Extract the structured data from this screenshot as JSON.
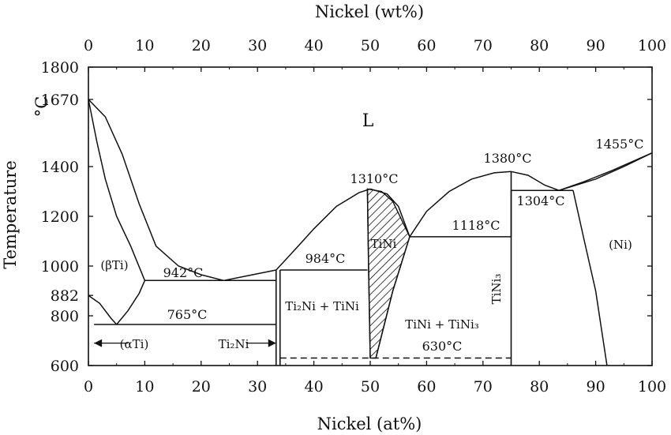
{
  "chart_data": {
    "type": "phase-diagram",
    "title": "",
    "top_axis": {
      "label": "Nickel (wt%)",
      "ticks": [
        "0",
        "10",
        "20",
        "30",
        "40",
        "50",
        "60",
        "70",
        "80",
        "90",
        "100"
      ]
    },
    "bottom_axis": {
      "label": "Nickel (at%)",
      "ticks": [
        "0",
        "10",
        "20",
        "30",
        "40",
        "50",
        "60",
        "70",
        "80",
        "90",
        "100"
      ]
    },
    "y_axis": {
      "label": "Temperature",
      "unit": "°C",
      "ticks": [
        "1800",
        "1670",
        "1400",
        "1200",
        "1000",
        "882",
        "800",
        "600"
      ],
      "range": [
        600,
        1800
      ]
    },
    "x_range": [
      0,
      100
    ],
    "phase_labels": {
      "liquid": "L",
      "beta_ti": "(βTi)",
      "alpha_ti": "(αTi)",
      "ti2ni": "Ti₂Ni",
      "ti2ni_tini": "Ti₂Ni + TiNi",
      "tini": "TiNi",
      "tini_tini3": "TiNi + TiNi₃",
      "tini3": "TiNi₃",
      "ni": "(Ni)"
    },
    "temperature_labels": {
      "t942": "942°C",
      "t765": "765°C",
      "t984": "984°C",
      "t1310": "1310°C",
      "t1118": "1118°C",
      "t1380": "1380°C",
      "t1304": "1304°C",
      "t1455": "1455°C",
      "t630": "630°C"
    },
    "curves": [
      {
        "name": "beta_liquidus",
        "points": [
          [
            0,
            1670
          ],
          [
            3,
            1600
          ],
          [
            6,
            1450
          ],
          [
            9,
            1250
          ],
          [
            12,
            1080
          ],
          [
            16,
            1000
          ],
          [
            20,
            965
          ],
          [
            24,
            942
          ]
        ]
      },
      {
        "name": "beta_solidus",
        "points": [
          [
            0,
            1670
          ],
          [
            1.5,
            1500
          ],
          [
            3,
            1350
          ],
          [
            5,
            1200
          ],
          [
            7.5,
            1080
          ],
          [
            10,
            942
          ]
        ]
      },
      {
        "name": "beta_transus",
        "points": [
          [
            0,
            882
          ],
          [
            2,
            850
          ],
          [
            4,
            790
          ],
          [
            5,
            765
          ]
        ]
      },
      {
        "name": "beta_transus_right",
        "points": [
          [
            5,
            765
          ],
          [
            7,
            820
          ],
          [
            9,
            890
          ],
          [
            10,
            942
          ]
        ]
      },
      {
        "name": "ti2ni_liquidus",
        "points": [
          [
            24,
            942
          ],
          [
            28,
            960
          ],
          [
            33.3,
            984
          ]
        ]
      },
      {
        "name": "tini_liquidus_left",
        "points": [
          [
            33.3,
            984
          ],
          [
            36,
            1050
          ],
          [
            40,
            1150
          ],
          [
            44,
            1240
          ],
          [
            48,
            1295
          ],
          [
            50,
            1310
          ]
        ]
      },
      {
        "name": "tini_liquidus_right",
        "points": [
          [
            50,
            1310
          ],
          [
            53,
            1290
          ],
          [
            55,
            1240
          ],
          [
            57,
            1118
          ]
        ]
      },
      {
        "name": "tini3_liquidus_left",
        "points": [
          [
            57,
            1118
          ],
          [
            60,
            1220
          ],
          [
            64,
            1300
          ],
          [
            68,
            1350
          ],
          [
            72,
            1375
          ],
          [
            75,
            1380
          ]
        ]
      },
      {
        "name": "tini3_liquidus_right",
        "points": [
          [
            75,
            1380
          ],
          [
            78,
            1365
          ],
          [
            81,
            1325
          ],
          [
            83.5,
            1304
          ]
        ]
      },
      {
        "name": "ni_liquidus",
        "points": [
          [
            83.5,
            1304
          ],
          [
            88,
            1340
          ],
          [
            93,
            1385
          ],
          [
            100,
            1455
          ]
        ]
      },
      {
        "name": "ni_solidus",
        "points": [
          [
            83.5,
            1304
          ],
          [
            90,
            1350
          ],
          [
            95,
            1400
          ],
          [
            100,
            1455
          ]
        ]
      },
      {
        "name": "ni_solvus",
        "points": [
          [
            86,
            1304
          ],
          [
            88,
            1100
          ],
          [
            90,
            900
          ],
          [
            92,
            600
          ]
        ]
      },
      {
        "name": "tini_left_boundary",
        "points": [
          [
            49.5,
            1310
          ],
          [
            49.7,
            1000
          ],
          [
            50,
            630
          ]
        ]
      },
      {
        "name": "tini_right_boundary",
        "points": [
          [
            57,
            1118
          ],
          [
            54,
            900
          ],
          [
            51,
            630
          ]
        ]
      }
    ],
    "isotherms": [
      {
        "name": "942",
        "x": [
          10,
          33.3
        ],
        "y": 942
      },
      {
        "name": "765",
        "x": [
          1,
          33.3
        ],
        "y": 765
      },
      {
        "name": "984",
        "x": [
          34,
          49.5
        ],
        "y": 984
      },
      {
        "name": "1118",
        "x": [
          57,
          75
        ],
        "y": 1118
      },
      {
        "name": "1304",
        "x": [
          75,
          86
        ],
        "y": 1304
      },
      {
        "name": "630",
        "x": [
          34,
          75
        ],
        "y": 630,
        "dashed": true
      }
    ]
  }
}
